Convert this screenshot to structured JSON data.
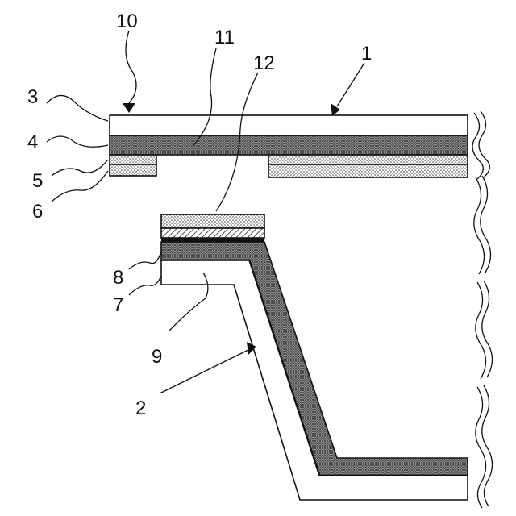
{
  "labels": {
    "l1": "1",
    "l2": "2",
    "l3": "3",
    "l4": "4",
    "l5": "5",
    "l6": "6",
    "l7": "7",
    "l8": "8",
    "l9": "9",
    "l10": "10",
    "l11": "11",
    "l12": "12"
  },
  "colors": {
    "line": "#111111",
    "paper": "#ffffff",
    "stipple": "#9a9a9a"
  }
}
